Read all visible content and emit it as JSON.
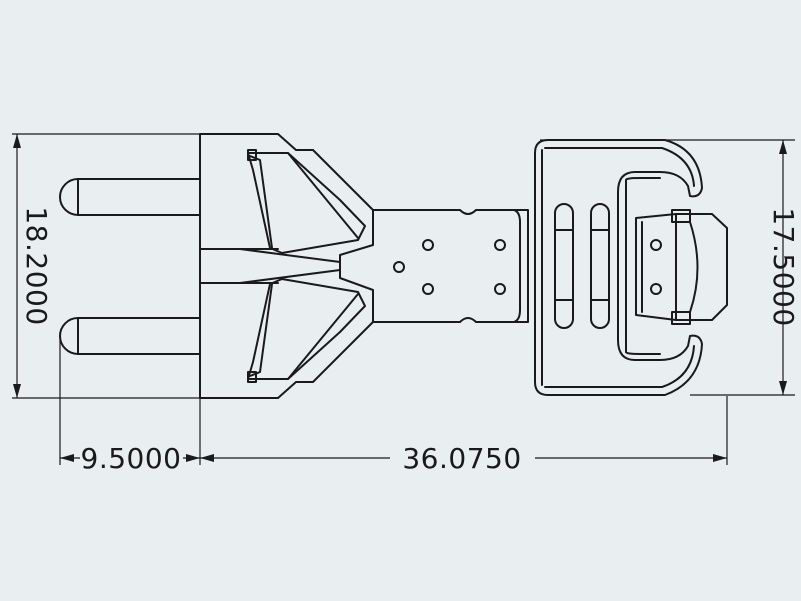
{
  "drawing": {
    "dimensions": {
      "height_overall": "18.2000",
      "height_tab": "17.5000",
      "pin_length": "9.5000",
      "overall_length": "36.0750"
    }
  },
  "colors": {
    "background": "#e9eef1",
    "line": "#1a1a1a"
  }
}
